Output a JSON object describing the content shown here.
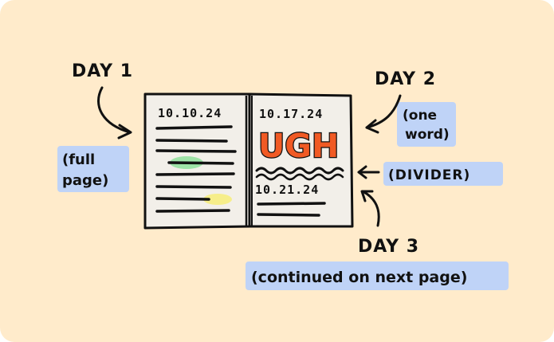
{
  "diagram": {
    "labels": {
      "day1": "DAY 1",
      "day2": "DAY 2",
      "day3": "DAY 3",
      "full_page_line1": "(full",
      "full_page_line2": "page)",
      "one_word_line1": "(one",
      "one_word_line2": "word)",
      "divider": "(DIVIDER)",
      "continued": "(continued on next page)"
    },
    "notebook": {
      "left_date": "10.10.24",
      "right_date_top": "10.17.24",
      "big_word": "UGH",
      "right_date_bottom": "10.21.24"
    },
    "colors": {
      "background": "#FFEBCB",
      "paper": "#F2EFE9",
      "ink": "#111111",
      "label_highlight": "#BFD3F7",
      "accent_orange": "#F15A24",
      "highlight_green": "#9EE3A7",
      "highlight_yellow": "#F6EE8A"
    }
  }
}
